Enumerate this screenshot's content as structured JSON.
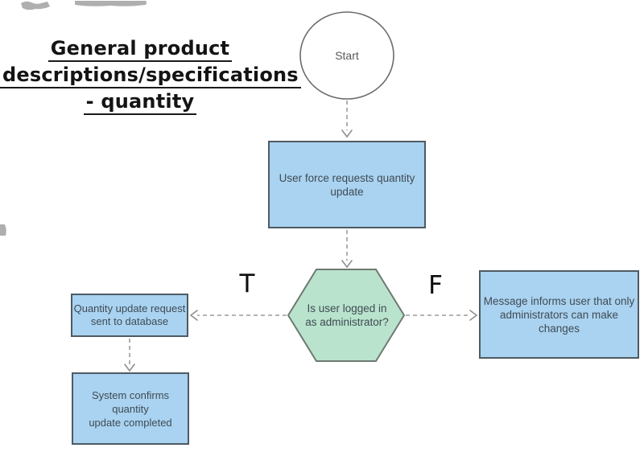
{
  "title": {
    "lines": [
      "General product",
      "descriptions/specifications",
      "- quantity"
    ]
  },
  "nodes": {
    "start": {
      "label": "Start"
    },
    "request": {
      "line1": "User force requests quantity",
      "line2": "update"
    },
    "decision": {
      "line1": "Is user logged in",
      "line2": "as administrator?"
    },
    "database": {
      "line1": "Quantity update request",
      "line2": "sent to database"
    },
    "confirm": {
      "line1": "System confirms quantity",
      "line2": "update completed"
    },
    "message": {
      "line1": "Message informs user that only",
      "line2": "administrators can make changes"
    }
  },
  "branches": {
    "true_label": "T",
    "false_label": "F"
  },
  "colors": {
    "process_fill": "#a9d3f0",
    "process_border": "#4e5a63",
    "decision_fill": "#b9e3cd",
    "decision_border": "#6e7a72",
    "connector": "#9c9c9c",
    "node_text": "#404a54",
    "title_text": "#141414"
  }
}
